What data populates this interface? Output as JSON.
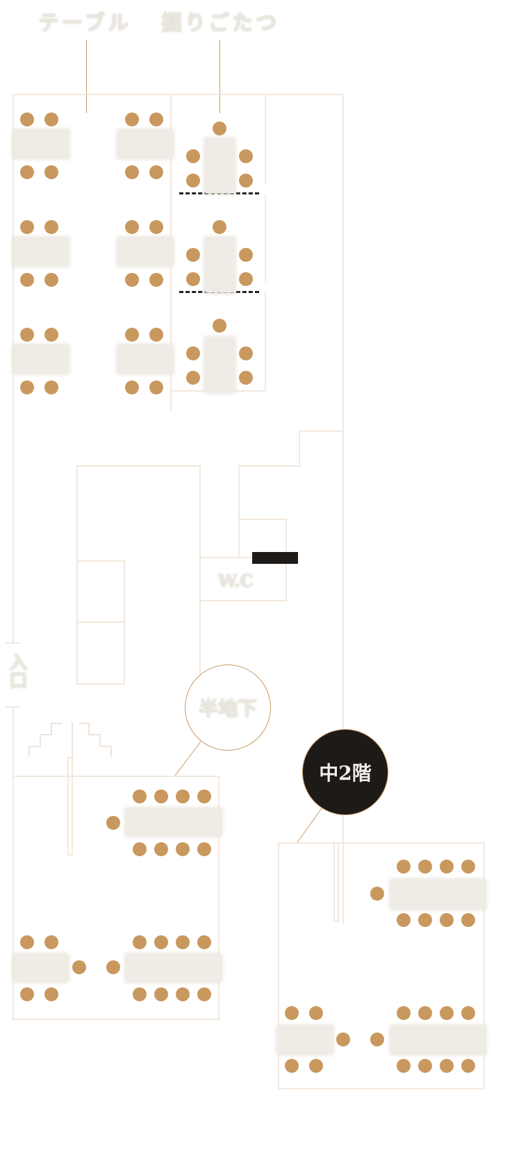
{
  "labels": {
    "table": "テーブル",
    "horigotatsu": "掘りごたつ",
    "wc": "W.C",
    "entrance": "入口",
    "half_basement": "半地下",
    "mezzanine": "中2階"
  },
  "colors": {
    "seat": "#c9985e",
    "table": "#efece5",
    "wall": "#f3e8de",
    "mezzanine_badge": "#1e1a18"
  }
}
